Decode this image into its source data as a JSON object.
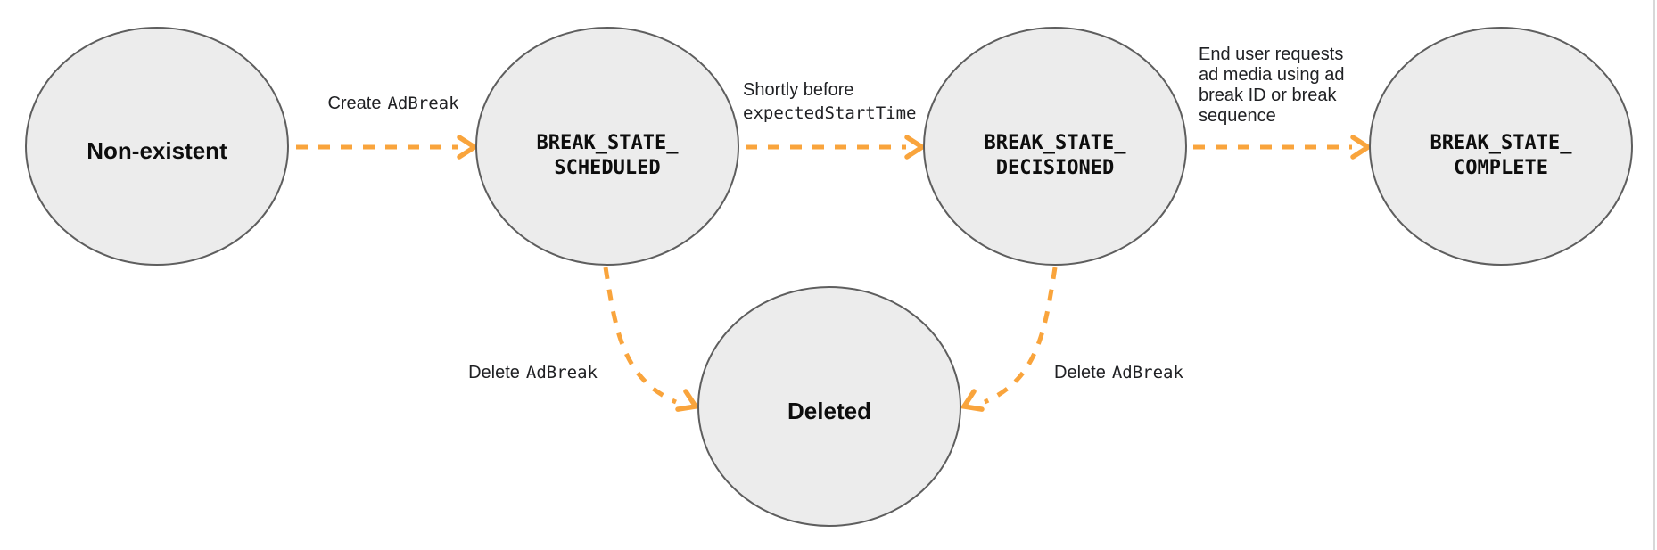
{
  "diagram": {
    "type": "state-diagram",
    "background": "#FFFFFF",
    "colors": {
      "arrow": "#F9A43C",
      "node_fill": "#ECECEC",
      "node_stroke": "#5E5E5E",
      "label_text": "#202124",
      "right_border": "#D8D8D8"
    },
    "nodes": [
      {
        "id": "non-existent",
        "label": "Non-existent"
      },
      {
        "id": "break-state-scheduled",
        "label_line1": "BREAK_STATE_",
        "label_line2": "SCHEDULED"
      },
      {
        "id": "break-state-decisioned",
        "label_line1": "BREAK_STATE_",
        "label_line2": "DECISIONED"
      },
      {
        "id": "break-state-complete",
        "label_line1": "BREAK_STATE_",
        "label_line2": "COMPLETE"
      },
      {
        "id": "deleted",
        "label": "Deleted"
      }
    ],
    "edges": [
      {
        "from": "non-existent",
        "to": "break-state-scheduled",
        "label_plain": "Create",
        "label_code": "AdBreak"
      },
      {
        "from": "break-state-scheduled",
        "to": "break-state-decisioned",
        "label_line1_plain": "Shortly before",
        "label_line2_code": "expectedStartTime"
      },
      {
        "from": "break-state-decisioned",
        "to": "break-state-complete",
        "label_lines": [
          "End user requests",
          "ad media using ad",
          "break ID or break",
          "sequence"
        ]
      },
      {
        "from": "break-state-scheduled",
        "to": "deleted",
        "label_plain": "Delete",
        "label_code": "AdBreak"
      },
      {
        "from": "break-state-decisioned",
        "to": "deleted",
        "label_plain": "Delete",
        "label_code": "AdBreak"
      }
    ]
  }
}
